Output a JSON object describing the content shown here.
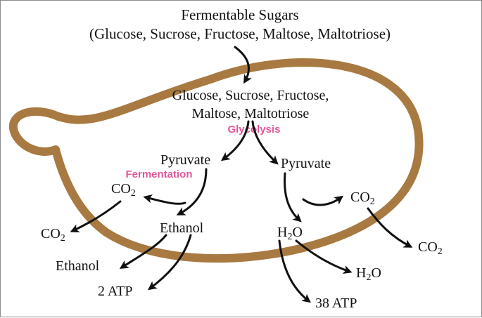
{
  "header": {
    "line1": "Fermentable Sugars",
    "line2": "(Glucose, Sucrose, Fructose, Maltose, Maltotriose)"
  },
  "inside": {
    "sugars_line1": "Glucose, Sucrose, Fructose,",
    "sugars_line2": "Maltose, Maltotriose"
  },
  "processes": {
    "glycolysis": "Glycolysis",
    "fermentation": "Fermentation"
  },
  "molecules": {
    "pyruvate": "Pyruvate",
    "ethanol": "Ethanol",
    "co2_base": "CO",
    "co2_sub": "2",
    "h2o_pre": "H",
    "h2o_sub": "2",
    "h2o_post": "O"
  },
  "yields": {
    "atp_fermentation": "2 ATP",
    "atp_respiration": "38 ATP"
  },
  "colors": {
    "cell_wall": "#a87a42",
    "process_accent": "#e0589a",
    "arrow": "#111111"
  }
}
